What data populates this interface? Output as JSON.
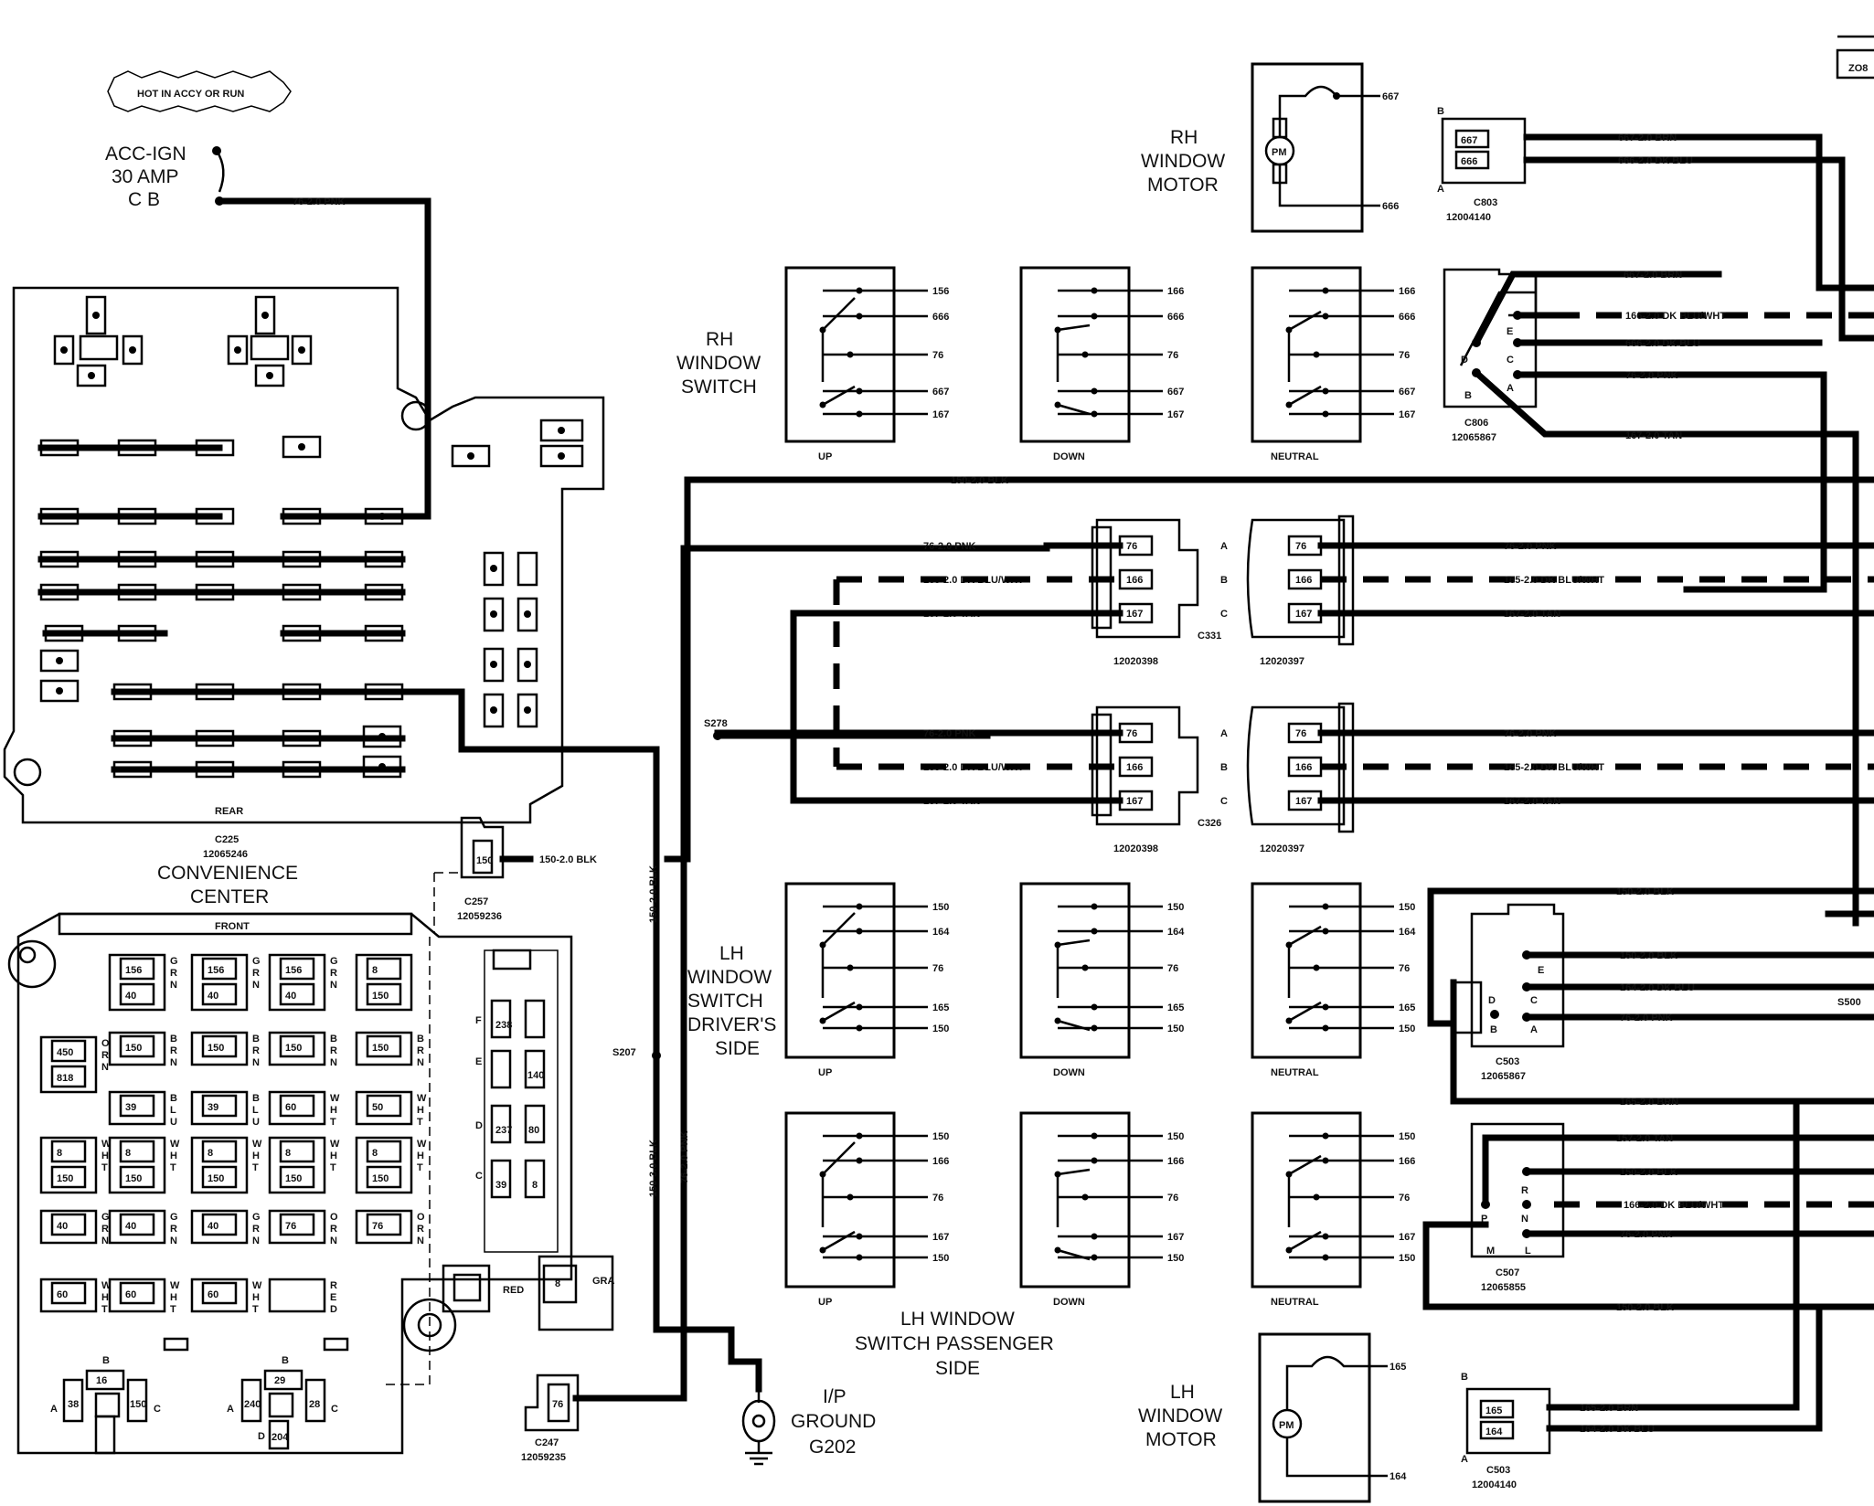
{
  "power": {
    "badge": "HOT IN ACCY OR RUN",
    "source_line1": "ACC-IGN",
    "source_line2": "30 AMP",
    "source_line3": "C B",
    "feed_wire": "76-2.0 PNK"
  },
  "convenience_center": {
    "title_line1": "CONVENIENCE",
    "title_line2": "CENTER",
    "connector": "C225",
    "part_number": "12065246",
    "rear_label": "REAR",
    "front_label": "FRONT",
    "front_cells": [
      {
        "top": "156",
        "bottom": "40",
        "side": "GRN"
      },
      {
        "top": "156",
        "bottom": "40",
        "side": "GRN"
      },
      {
        "top": "156",
        "bottom": "40",
        "side": "GRN"
      },
      {
        "top": "8",
        "bottom": "150",
        "side": ""
      },
      {
        "top": "450",
        "bottom": "818",
        "side": "ORN"
      },
      {
        "top": "150",
        "bottom": "",
        "side": "BRN"
      },
      {
        "top": "150",
        "bottom": "",
        "side": "BRN"
      },
      {
        "top": "150",
        "bottom": "",
        "side": "BRN"
      },
      {
        "top": "150",
        "bottom": "",
        "side": "BRN"
      },
      {
        "top": "39",
        "bottom": "",
        "side": "BLU"
      },
      {
        "top": "39",
        "bottom": "",
        "side": "BLU"
      },
      {
        "top": "60",
        "bottom": "",
        "side": "WHT"
      },
      {
        "top": "50",
        "bottom": "",
        "side": "WHT"
      },
      {
        "top": "8",
        "bottom": "150",
        "side": "WHT"
      },
      {
        "top": "8",
        "bottom": "150",
        "side": "WHT"
      },
      {
        "top": "8",
        "bottom": "150",
        "side": "WHT"
      },
      {
        "top": "8",
        "bottom": "150",
        "side": "WHT"
      },
      {
        "top": "8",
        "bottom": "150",
        "side": "WHT"
      },
      {
        "top": "40",
        "bottom": "",
        "side": "GRN"
      },
      {
        "top": "40",
        "bottom": "",
        "side": "GRN"
      },
      {
        "top": "40",
        "bottom": "",
        "side": "GRN"
      },
      {
        "top": "76",
        "bottom": "",
        "side": "ORN"
      },
      {
        "top": "76",
        "bottom": "",
        "side": "ORN"
      },
      {
        "top": "60",
        "bottom": "",
        "side": "WHT"
      },
      {
        "top": "60",
        "bottom": "",
        "side": "WHT"
      },
      {
        "top": "60",
        "bottom": "",
        "side": "WHT"
      },
      {
        "top": "",
        "bottom": "",
        "side": "RED"
      }
    ],
    "side_labels": [
      "F",
      "E",
      "D",
      "C"
    ],
    "side_values": [
      "238",
      "140",
      "237",
      "80",
      "39",
      "8"
    ],
    "bottom_left": {
      "b": "B",
      "top": "16",
      "left": "38",
      "right": "150",
      "a": "A",
      "c": "C"
    },
    "bottom_right": {
      "b": "B",
      "top": "29",
      "left": "240",
      "right": "28",
      "a": "A",
      "c": "C",
      "d": "D",
      "bottom": "204"
    },
    "gra_label": "GRA",
    "red_label": "RED",
    "lone_value": "39",
    "small_value": "8"
  },
  "connectors": {
    "c257": {
      "name": "C257",
      "part": "12059236",
      "pin": "150",
      "wire": "150-2.0 BLK"
    },
    "c247": {
      "name": "C247",
      "part": "12059235",
      "pin": "76"
    },
    "c331": {
      "name": "C331",
      "part_left": "12020398",
      "part_right": "12020397"
    },
    "c326": {
      "name": "C326",
      "part_left": "12020398",
      "part_right": "12020397"
    },
    "c803": {
      "name": "C803",
      "part": "12004140",
      "pin1": "667",
      "pin2": "666",
      "b": "B",
      "a": "A"
    },
    "c806": {
      "name": "C806",
      "part": "12065867"
    },
    "c503a": {
      "name": "C503",
      "part": "12065867"
    },
    "c507": {
      "name": "C507",
      "part": "12065855"
    },
    "c503b": {
      "name": "C503",
      "part": "12004140",
      "pin1": "165",
      "pin2": "164",
      "b": "B",
      "a": "A"
    }
  },
  "pins": {
    "a": "A",
    "b": "B",
    "c": "C",
    "d": "D",
    "e": "E",
    "m": "M",
    "n": "N",
    "l": "L",
    "p": "P",
    "r": "R"
  },
  "splices": {
    "s278": "S278",
    "s207": "S207",
    "s500": "S500"
  },
  "ground": {
    "line1": "I/P",
    "line2": "GROUND",
    "line3": "G202"
  },
  "vertical_wires": {
    "v1": "150-2.0 BLK",
    "v2": "150-3.0 BLK",
    "v3": "76-2.0 PNK"
  },
  "rh_motor": {
    "line1": "RH",
    "line2": "WINDOW",
    "line3": "MOTOR",
    "pm": "PM",
    "t1": "667",
    "t2": "666"
  },
  "lh_motor": {
    "line1": "LH",
    "line2": "WINDOW",
    "line3": "MOTOR",
    "pm": "PM",
    "t1": "165",
    "t2": "164"
  },
  "rh_switch": {
    "title_line1": "RH",
    "title_line2": "WINDOW",
    "title_line3": "SWITCH",
    "terminals": [
      "156",
      "666",
      "76",
      "667",
      "167"
    ],
    "alt_terminals": [
      "166",
      "666",
      "76",
      "667",
      "167"
    ],
    "states": [
      "UP",
      "DOWN",
      "NEUTRAL"
    ]
  },
  "lh_driver_switch": {
    "title_line1": "LH",
    "title_line2": "WINDOW",
    "title_line3": "SWITCH",
    "title_line4": "DRIVER'S",
    "title_line5": "SIDE",
    "terminals": [
      "150",
      "164",
      "76",
      "165",
      "150"
    ],
    "states": [
      "UP",
      "DOWN",
      "NEUTRAL"
    ]
  },
  "lh_passenger_switch": {
    "title_line1": "LH WINDOW",
    "title_line2": "SWITCH PASSENGER",
    "title_line3": "SIDE",
    "terminals": [
      "150",
      "166",
      "76",
      "167",
      "150"
    ],
    "states": [
      "UP",
      "DOWN",
      "NEUTRAL"
    ]
  },
  "wires": {
    "w667_brn": "667-2.0 BRN",
    "w666_dkblu": "666-2.0 DK BLU",
    "w166_dkbluwht": "166-2.0 DK BLU/WHT",
    "w76_pnk": "76-2.0 PNK",
    "w167_tan": "167-2.0 TAN",
    "w150_blk": "150-2.0 BLK",
    "w165_dkbluwht": "165-2.0 DK BLU/WHT",
    "w164_dkblu": "164-2.0 DK BLU",
    "w165_brn": "165-2.0 BRN",
    "w157_tan": "157-2.0 TAN"
  },
  "corner": "ZO8"
}
